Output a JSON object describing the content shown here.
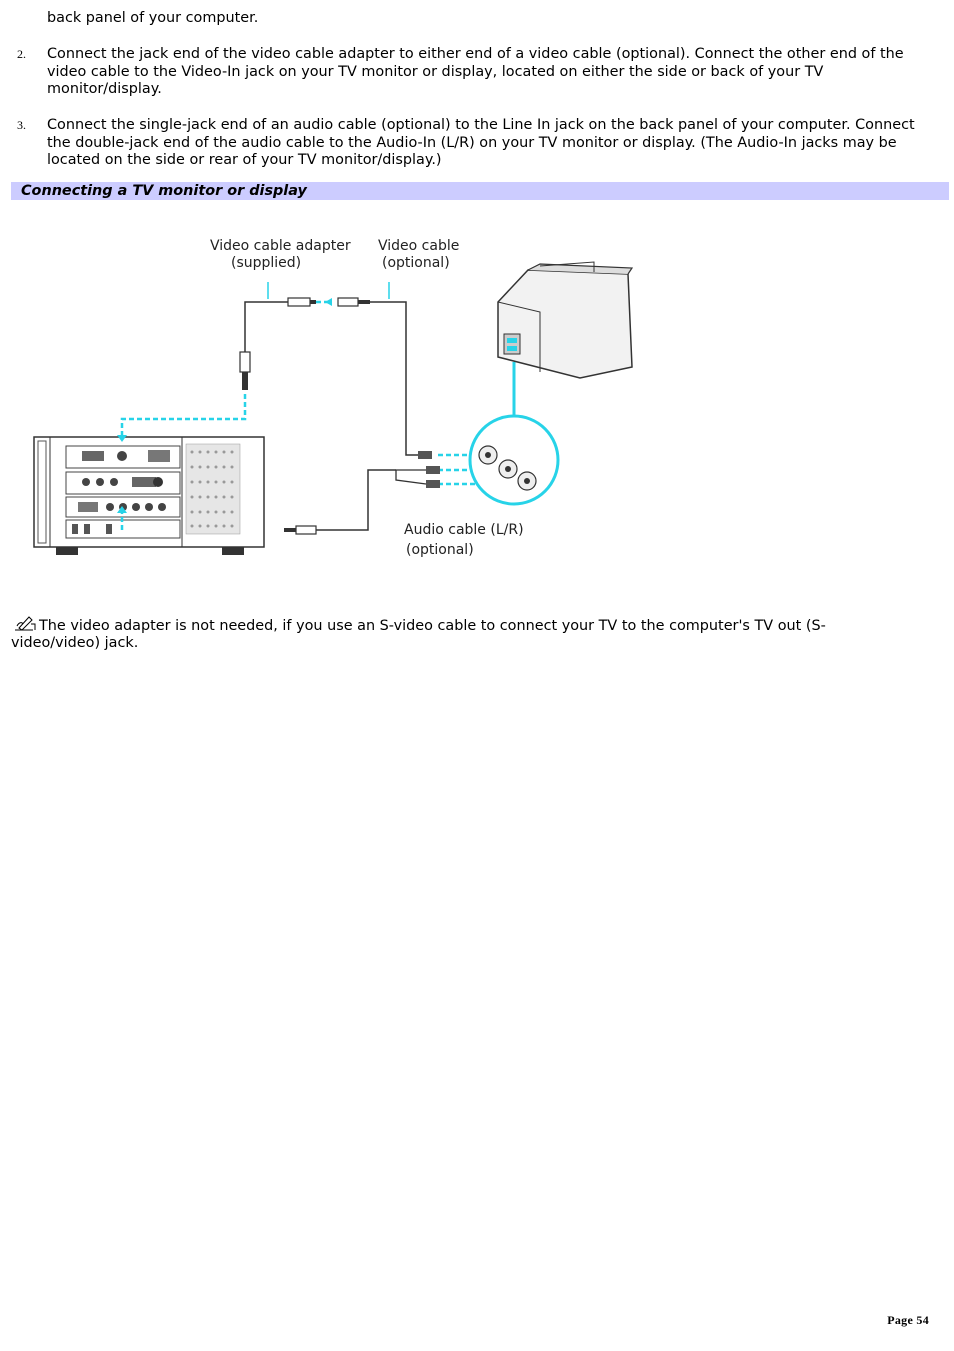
{
  "steps": [
    {
      "number": "",
      "text": "back panel of your computer."
    },
    {
      "number": "2.",
      "text": "Connect the jack end of the video cable adapter to either end of a video cable (optional). Connect the other end of the video cable to the Video-In jack on your TV monitor or display, located on either the side or back of your TV monitor/display."
    },
    {
      "number": "3.",
      "text": "Connect the single-jack end of an audio cable (optional) to the Line In jack on the back panel of your computer. Connect the double-jack end of the audio cable to the Audio-In (L/R) on your TV monitor or display. (The Audio-In jacks may be located on the side or rear of your TV monitor/display.)"
    }
  ],
  "caption": "Connecting a TV monitor or display",
  "figure": {
    "label_adapter_line1": "Video cable adapter",
    "label_adapter_line2": "(supplied)",
    "label_cable_line1": "Video cable",
    "label_cable_line2": "(optional)",
    "label_audio_line1": "Audio cable (L/R)",
    "label_audio_line2": "(optional)",
    "highlight_color": "#27d3e8"
  },
  "note": {
    "icon": "pencil-note-icon",
    "text": "The video adapter is not needed, if you use an S-video cable to connect your TV to the computer's TV out (S-video/video) jack."
  },
  "footer": {
    "page": "Page 54"
  }
}
